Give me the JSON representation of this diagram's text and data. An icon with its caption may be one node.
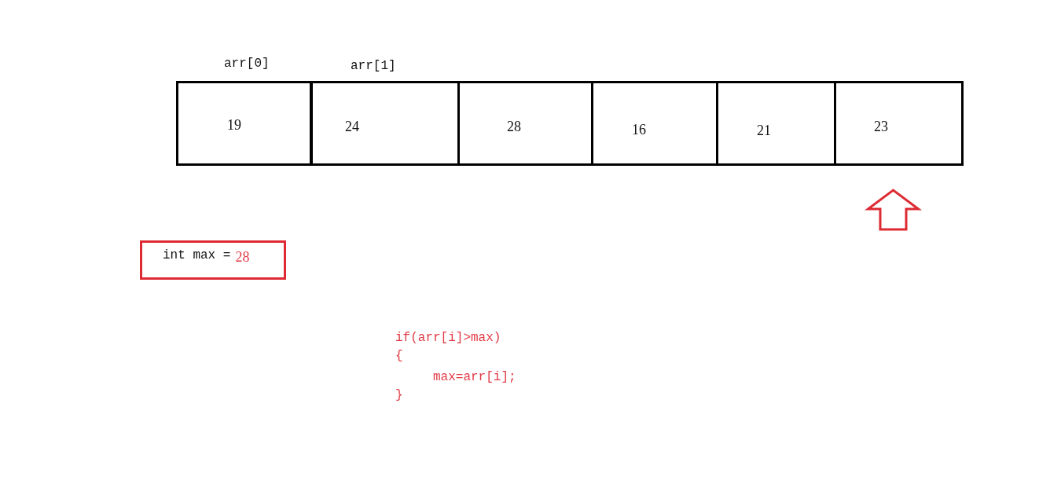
{
  "diagram": {
    "nodes": [
      {
        "text": [
          "19"
        ],
        "beside": [
          "arr[0]"
        ]
      },
      {
        "text": [
          "24"
        ],
        "beside": [
          "arr[1]"
        ]
      },
      {
        "text": [
          "28"
        ]
      },
      {
        "text": [
          "16"
        ]
      },
      {
        "text": [
          "21"
        ]
      },
      {
        "text": [
          "23"
        ]
      },
      {
        "text": [
          "int max =",
          "28"
        ]
      }
    ],
    "edges": [
      {
        "from": null,
        "to": 5,
        "arrow": "to",
        "color": "#dd2a33"
      }
    ],
    "labels": [
      "if(arr[i]>max)",
      "{",
      "max=arr[i];",
      "}"
    ]
  }
}
